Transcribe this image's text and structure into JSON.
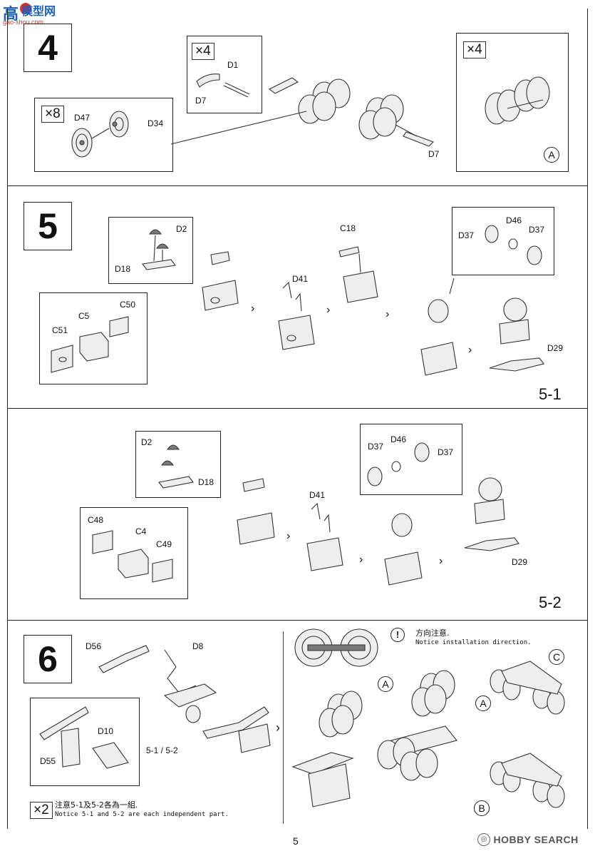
{
  "watermark": {
    "top": "高",
    "logo_text": "模型网",
    "url": "gao-shou.com"
  },
  "step4": {
    "number": "4",
    "multipliers": [
      "×4",
      "×8",
      "×4"
    ],
    "labels": {
      "d1": "D1",
      "d7a": "D7",
      "d7b": "D7",
      "d47": "D47",
      "d34": "D34"
    },
    "marker": "A"
  },
  "step5": {
    "number": "5",
    "sub": "5-1",
    "labels": {
      "d2": "D2",
      "d18": "D18",
      "c50": "C50",
      "c5": "C5",
      "c51": "C51",
      "d41": "D41",
      "c18": "C18",
      "d46": "D46",
      "d37a": "D37",
      "d37b": "D37",
      "d29": "D29"
    }
  },
  "step52": {
    "sub": "5-2",
    "labels": {
      "d2": "D2",
      "d18": "D18",
      "c48": "C48",
      "c4": "C4",
      "c49": "C49",
      "d41": "D41",
      "d46": "D46",
      "d37a": "D37",
      "d37b": "D37",
      "d29": "D29"
    }
  },
  "step6": {
    "number": "6",
    "labels": {
      "d56": "D56",
      "d8": "D8",
      "d10": "D10",
      "d55": "D55",
      "sub_ref": "5-1 / 5-2"
    },
    "markers": [
      "A",
      "A",
      "C",
      "B"
    ],
    "direction_note_zh": "方向注意.",
    "direction_note_en": "Notice installation direction.",
    "multiplier": "×2",
    "notice_zh": "注意5-1及5-2各為一組.",
    "notice_en": "Notice 5-1 and 5-2 are each independent part."
  },
  "footer": {
    "page_number": "5",
    "brand": "HOBBY SEARCH"
  }
}
